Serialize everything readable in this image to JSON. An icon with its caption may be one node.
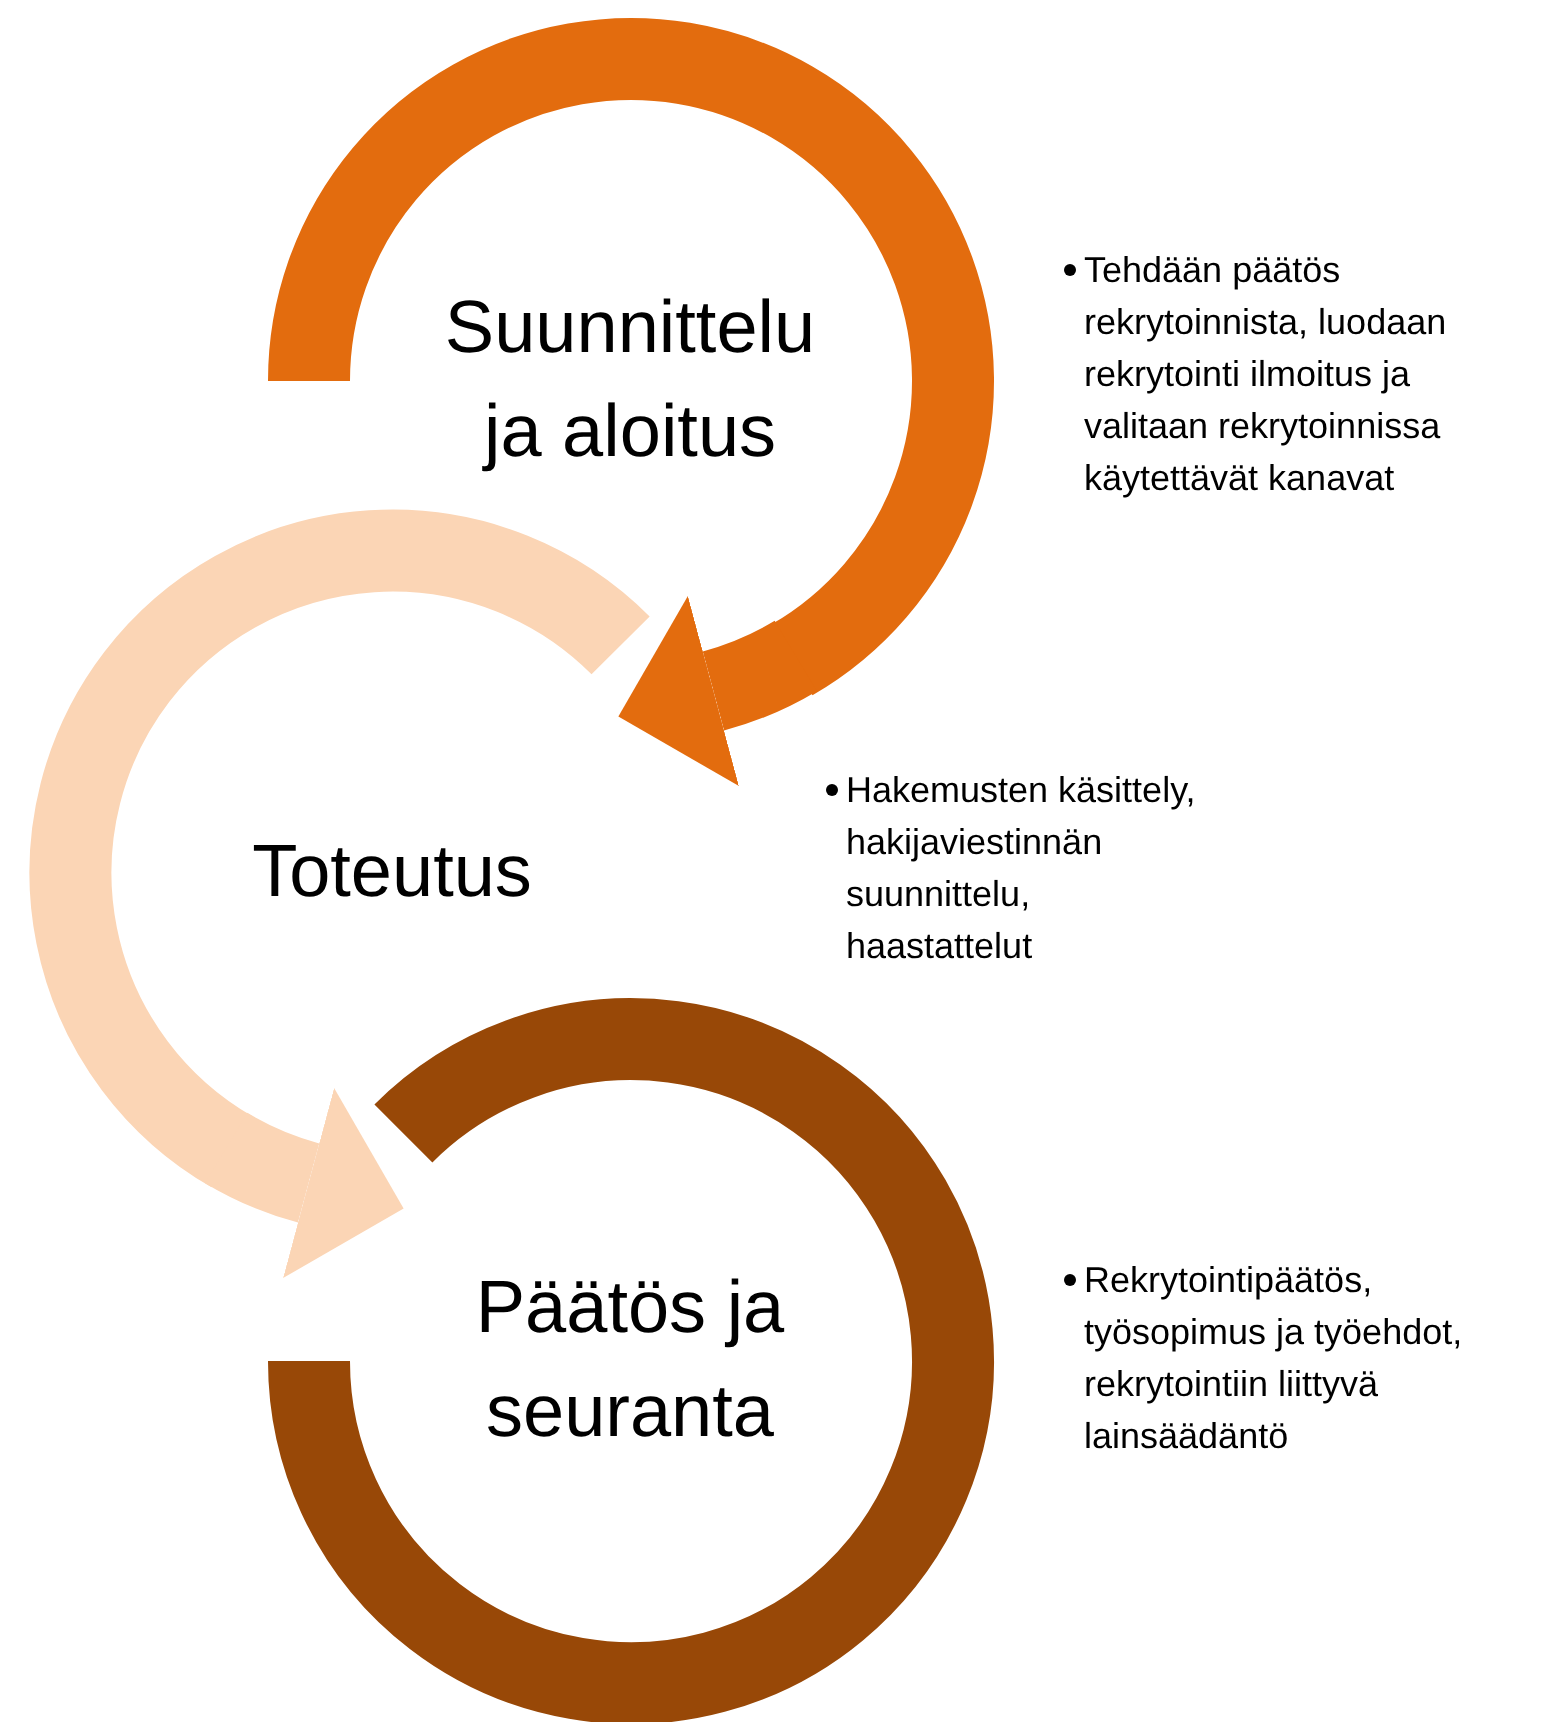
{
  "diagram": {
    "nodes": [
      {
        "text": [
          "Suunnittelu ja aloitus"
        ],
        "beside": [
          "Tehdään päätös rekrytoinnista, luodaan rekrytointi ilmoitus ja valitaan rekrytoinnissa käytettävät kanavat"
        ]
      },
      {
        "text": [
          "Toteutus"
        ],
        "beside": [
          "Hakemusten käsittely, hakijaviestinnän suunnittelu, haastattelut"
        ]
      },
      {
        "text": [
          "Päätös ja seuranta"
        ],
        "beside": [
          "Rekrytointipäätös, työsopimus ja työehdot, rekrytointiin liittyvä lainsäädäntö"
        ]
      }
    ],
    "edges": [
      {
        "from": 0,
        "to": 1,
        "arrow": "to",
        "color": "#e36c0e"
      },
      {
        "from": 1,
        "to": 2,
        "arrow": "to",
        "color": "#fbd5b5"
      }
    ]
  }
}
